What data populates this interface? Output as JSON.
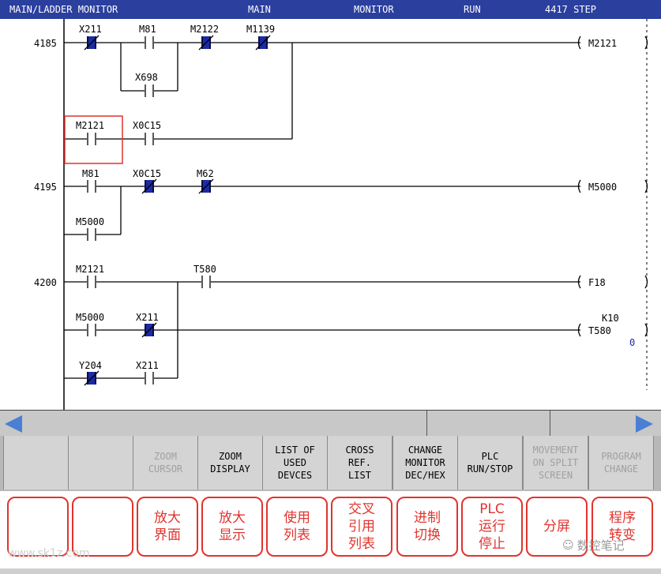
{
  "header": {
    "title": "MAIN/LADDER MONITOR",
    "program": "MAIN",
    "mode": "MONITOR",
    "state": "RUN",
    "steps": "4417 STEP"
  },
  "ladder": {
    "rungs": [
      {
        "step": "4185",
        "contacts": [
          {
            "label": "X211",
            "type": "nc",
            "active": true
          },
          {
            "label": "M81",
            "type": "no",
            "active": false
          },
          {
            "label": "X698",
            "type": "no",
            "active": false
          },
          {
            "label": "M2122",
            "type": "nc",
            "active": true
          },
          {
            "label": "M1139",
            "type": "nc",
            "active": true
          },
          {
            "label": "M2121",
            "type": "no",
            "active": false
          },
          {
            "label": "X0C15",
            "type": "no",
            "active": false
          }
        ],
        "coil": {
          "label": "M2121"
        }
      },
      {
        "step": "4195",
        "contacts": [
          {
            "label": "M81",
            "type": "no",
            "active": false
          },
          {
            "label": "M5000",
            "type": "no",
            "active": false
          },
          {
            "label": "X0C15",
            "type": "nc",
            "active": true
          },
          {
            "label": "M62",
            "type": "nc",
            "active": true
          }
        ],
        "coil": {
          "label": "M5000"
        }
      },
      {
        "step": "4200",
        "contacts": [
          {
            "label": "M2121",
            "type": "no",
            "active": false
          },
          {
            "label": "T580",
            "type": "no",
            "active": false
          },
          {
            "label": "M5000",
            "type": "no",
            "active": false
          },
          {
            "label": "X211",
            "type": "nc",
            "active": true
          },
          {
            "label": "Y204",
            "type": "nc",
            "active": true
          },
          {
            "label": "X211",
            "type": "no",
            "active": false
          }
        ],
        "coils": [
          {
            "label": "F18"
          },
          {
            "label": "T580",
            "setting": "K10",
            "value": "0"
          }
        ]
      }
    ]
  },
  "softkeys": [
    {
      "label": "",
      "enabled": true
    },
    {
      "label": "",
      "enabled": true
    },
    {
      "label": "ZOOM\nCURSOR",
      "enabled": false
    },
    {
      "label": "ZOOM\nDISPLAY",
      "enabled": true
    },
    {
      "label": "LIST OF\nUSED\nDEVCES",
      "enabled": true
    },
    {
      "label": "CROSS\nREF.\nLIST",
      "enabled": true
    },
    {
      "label": "CHANGE\nMONITOR\nDEC/HEX",
      "enabled": true
    },
    {
      "label": "PLC\nRUN/STOP",
      "enabled": true
    },
    {
      "label": "MOVEMENT\nON SPLIT\nSCREEN",
      "enabled": false
    },
    {
      "label": "PROGRAM\nCHANGE",
      "enabled": false
    }
  ],
  "annotations": [
    "",
    "",
    "放大\n界面",
    "放大\n显示",
    "使用\n列表",
    "交叉\n引用\n列表",
    "进制\n切换",
    "PLC\n运行\n停止",
    "分屏",
    "程序\n转变"
  ],
  "watermark": {
    "left": "www.sk1z.com",
    "right": "数控笔记"
  },
  "colors": {
    "header": "#2b3f9e",
    "active_contact": "#1a2aa8",
    "arrow": "#4a7fd4",
    "annotation": "#e0342e"
  }
}
